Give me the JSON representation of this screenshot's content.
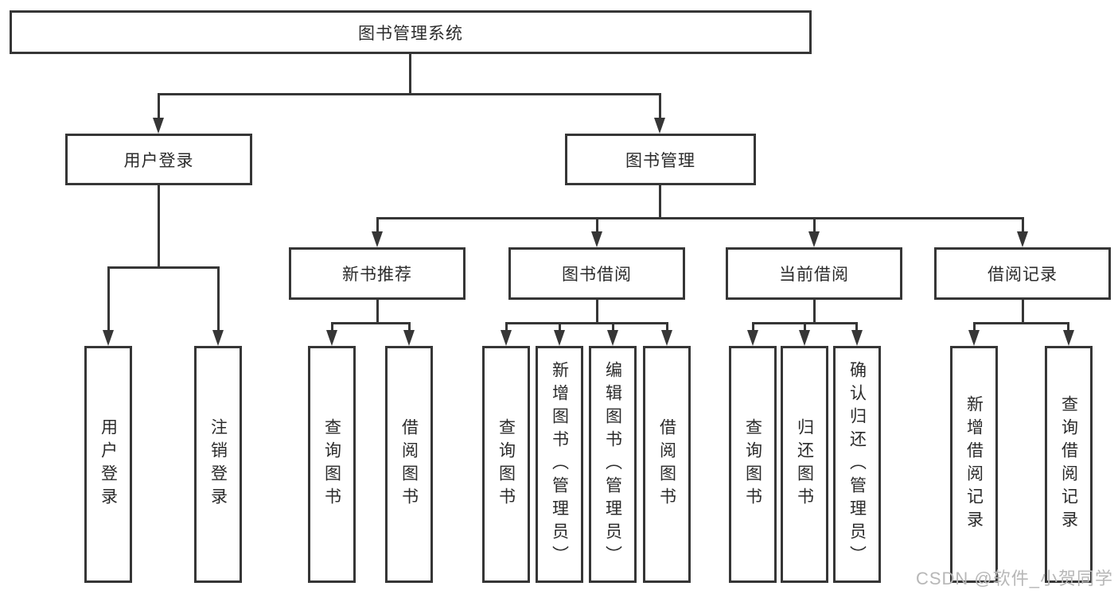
{
  "tree": {
    "root": {
      "label": "图书管理系统",
      "children": [
        {
          "label": "用户登录",
          "children": [
            {
              "label": "用户登录"
            },
            {
              "label": "注销登录"
            }
          ]
        },
        {
          "label": "图书管理",
          "children": [
            {
              "label": "新书推荐",
              "children": [
                {
                  "label": "查询图书"
                },
                {
                  "label": "借阅图书"
                }
              ]
            },
            {
              "label": "图书借阅",
              "children": [
                {
                  "label": "查询图书"
                },
                {
                  "label": "新增图书（管理员）"
                },
                {
                  "label": "编辑图书（管理员）"
                },
                {
                  "label": "借阅图书"
                }
              ]
            },
            {
              "label": "当前借阅",
              "children": [
                {
                  "label": "查询图书"
                },
                {
                  "label": "归还图书"
                },
                {
                  "label": "确认归还（管理员）"
                }
              ]
            },
            {
              "label": "借阅记录",
              "children": [
                {
                  "label": "新增借阅记录"
                },
                {
                  "label": "查询借阅记录"
                }
              ]
            }
          ]
        }
      ]
    }
  },
  "watermark": {
    "text": "CSDN @软件_小贺同学"
  },
  "colors": {
    "line": "#363636",
    "text": "#2b2b2b",
    "background": "#ffffff",
    "watermark": "#b7b7b7"
  }
}
